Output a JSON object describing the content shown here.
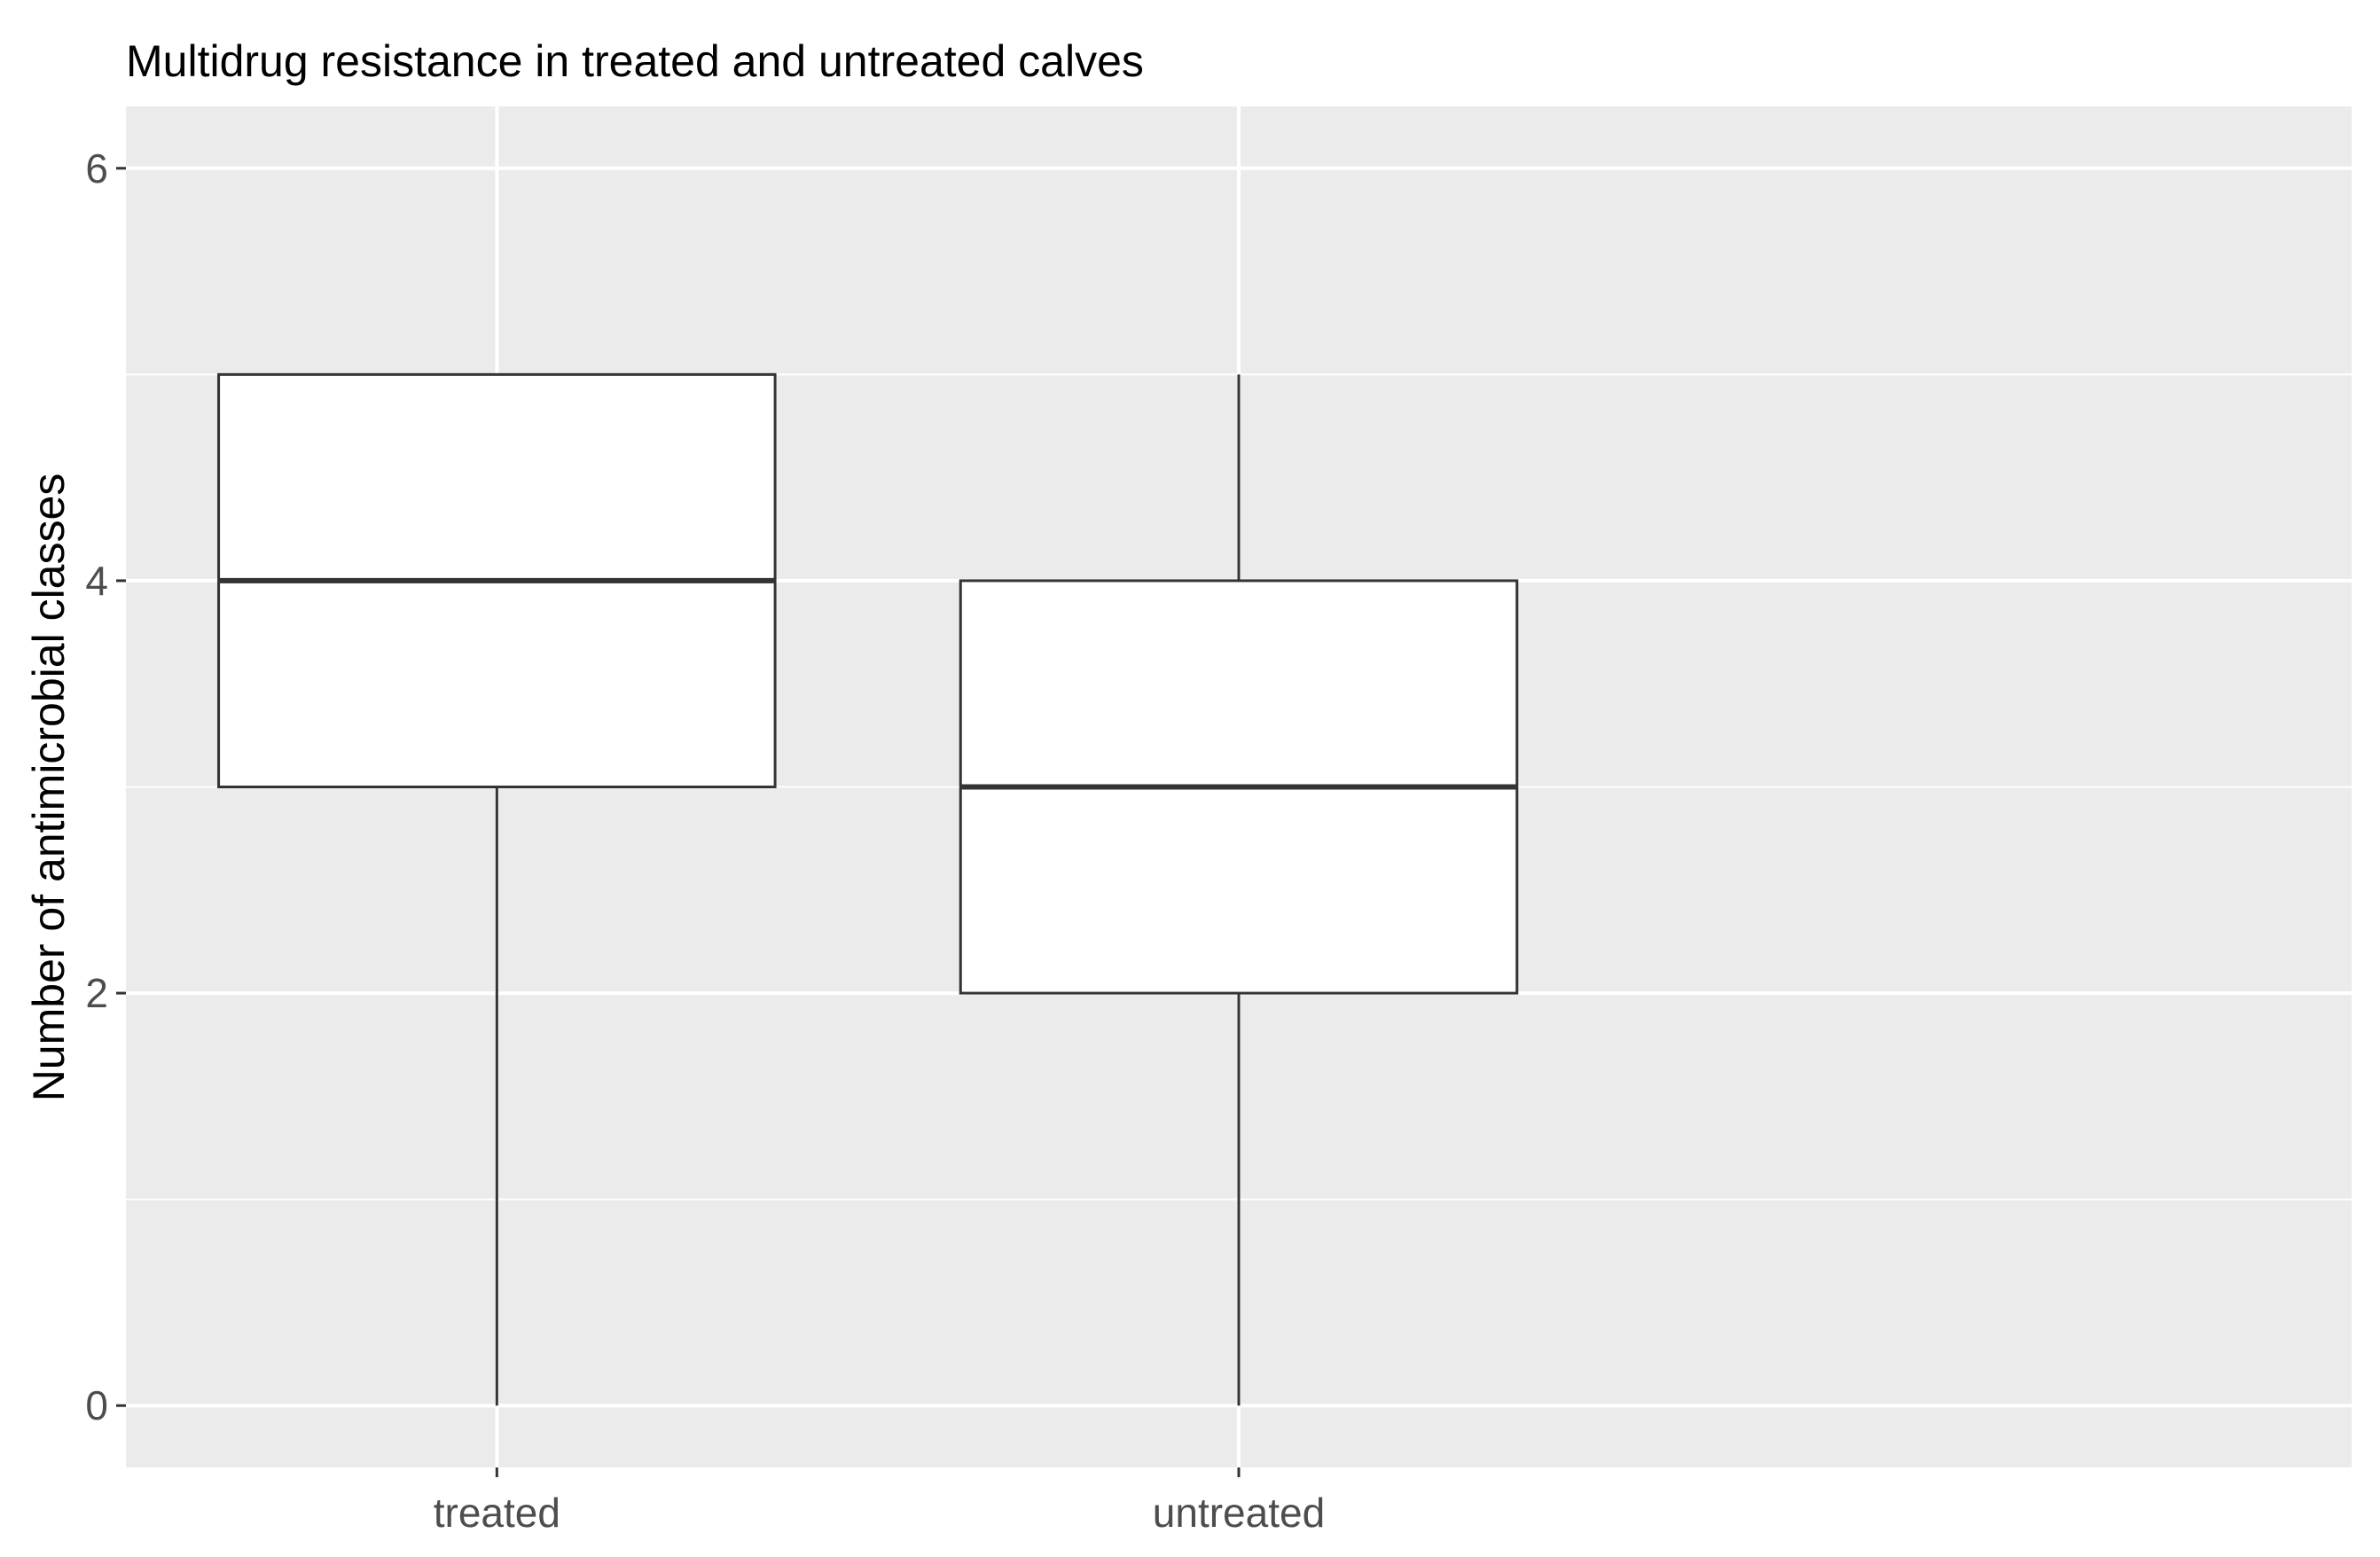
{
  "chart_data": {
    "type": "boxplot",
    "title": "Multidrug resistance in treated and untreated calves",
    "xlabel": "",
    "ylabel": "Number of antimicrobial classes",
    "categories": [
      "treated",
      "untreated"
    ],
    "boxes": [
      {
        "category": "treated",
        "min": 0,
        "q1": 3,
        "median": 4,
        "q3": 5,
        "max": 5
      },
      {
        "category": "untreated",
        "min": 0,
        "q1": 2,
        "median": 3,
        "q3": 4,
        "max": 5
      }
    ],
    "ylim": [
      -0.3,
      6.3
    ],
    "yticks": [
      0,
      2,
      4,
      6
    ],
    "yminor": [
      1,
      3,
      5
    ],
    "grid": true,
    "legend": "none",
    "colors": {
      "panel": "#ebebeb",
      "grid": "#ffffff",
      "box_fill": "#ffffff",
      "box_stroke": "#333333",
      "tick_text": "#4d4d4d",
      "tick_mark": "#333333"
    }
  }
}
